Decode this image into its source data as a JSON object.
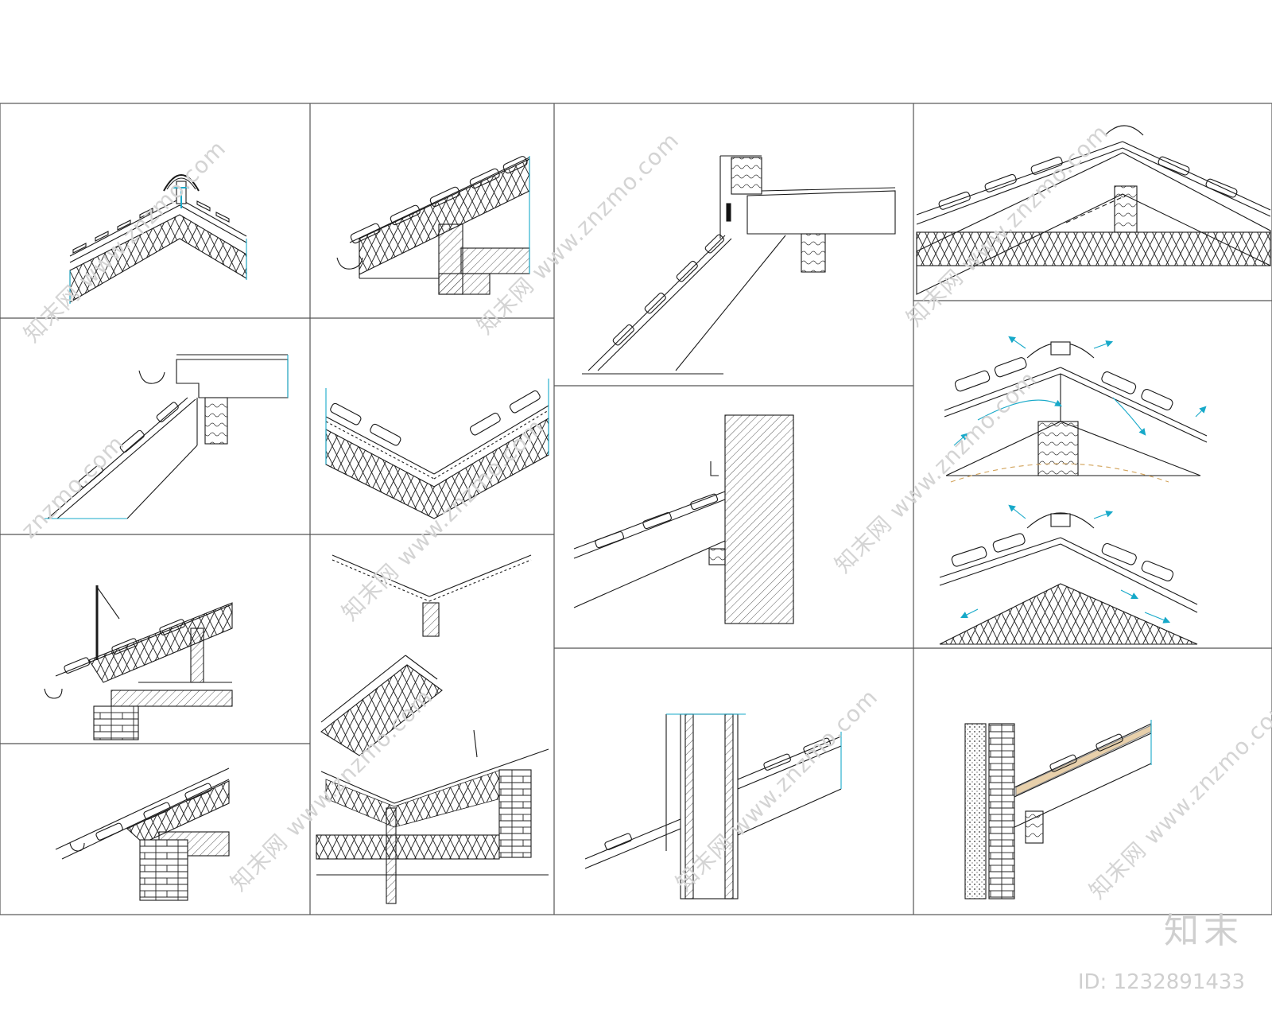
{
  "watermark": {
    "site": "znzmo.com",
    "site_long": "www.znzmo.com",
    "brand_cn": "知末网"
  },
  "brand": {
    "name": "知末",
    "id_text": "ID: 1232891433"
  },
  "colors": {
    "line": "#1a1a1a",
    "accent": "#17a9c9",
    "ochre": "#d2a35a",
    "frame": "#555555"
  }
}
